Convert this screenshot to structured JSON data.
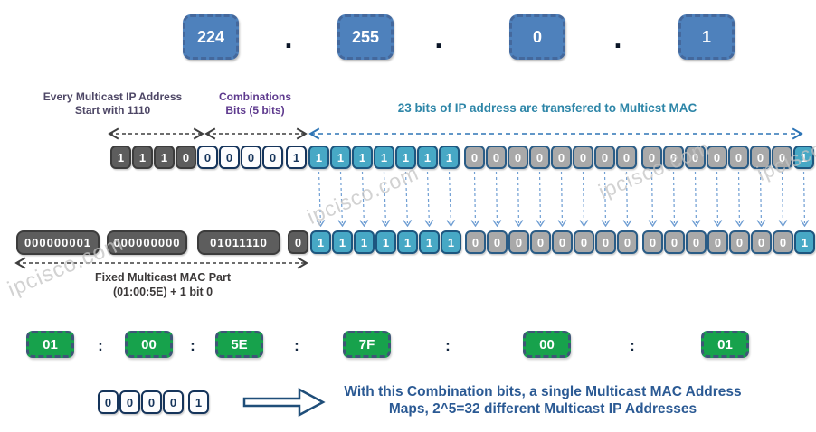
{
  "watermark_text": "ipcisco.com",
  "ip_decimal": {
    "values": [
      "224",
      "255",
      "0",
      "1"
    ],
    "dot": "."
  },
  "annotations": {
    "ip_start_line1": "Every Multicast IP Address",
    "ip_start_line2": "Start with 1110",
    "combination_line1": "Combinations",
    "combination_line2": "Bits (5 bits)",
    "transfer_label": "23 bits of IP address are transfered to Multicst MAC",
    "fixed_mac_line1": "Fixed Multicast MAC Part",
    "fixed_mac_line2": "(01:00:5E) + 1 bit 0",
    "conclusion_line1": "With this Combination bits, a single Multicast MAC Address",
    "conclusion_line2": "Maps, 2^5=32 different Multicast IP Addresses"
  },
  "mac_fixed_bytes": [
    "000000001",
    "000000000",
    "01011110"
  ],
  "mac_hex": {
    "values": [
      "01",
      "00",
      "5E",
      "7F",
      "00",
      "01"
    ],
    "sep": ":"
  },
  "bit_groups": {
    "ipg-prefix": [
      [
        "1",
        "dark"
      ],
      [
        "1",
        "dark"
      ],
      [
        "1",
        "dark"
      ],
      [
        "0",
        "dark"
      ],
      [
        "0",
        "white"
      ],
      [
        "0",
        "white"
      ],
      [
        "0",
        "white"
      ],
      [
        "0",
        "white"
      ]
    ],
    "ipg-dropped": [
      [
        "1",
        "white"
      ]
    ],
    "ipg-o2": [
      [
        "1",
        "teal"
      ],
      [
        "1",
        "teal"
      ],
      [
        "1",
        "teal"
      ],
      [
        "1",
        "teal"
      ],
      [
        "1",
        "teal"
      ],
      [
        "1",
        "teal"
      ],
      [
        "1",
        "teal"
      ]
    ],
    "ipg-o3": [
      [
        "0",
        "gray"
      ],
      [
        "0",
        "gray"
      ],
      [
        "0",
        "gray"
      ],
      [
        "0",
        "gray"
      ],
      [
        "0",
        "gray"
      ],
      [
        "0",
        "gray"
      ],
      [
        "0",
        "gray"
      ],
      [
        "0",
        "gray"
      ]
    ],
    "ipg-o4": [
      [
        "0",
        "gray"
      ],
      [
        "0",
        "gray"
      ],
      [
        "0",
        "gray"
      ],
      [
        "0",
        "gray"
      ],
      [
        "0",
        "gray"
      ],
      [
        "0",
        "gray"
      ],
      [
        "0",
        "gray"
      ],
      [
        "1",
        "teal"
      ]
    ],
    "macg-pad": [
      [
        "0",
        "dark"
      ]
    ],
    "macg-o2": [
      [
        "1",
        "teal"
      ],
      [
        "1",
        "teal"
      ],
      [
        "1",
        "teal"
      ],
      [
        "1",
        "teal"
      ],
      [
        "1",
        "teal"
      ],
      [
        "1",
        "teal"
      ],
      [
        "1",
        "teal"
      ]
    ],
    "macg-o3": [
      [
        "0",
        "gray"
      ],
      [
        "0",
        "gray"
      ],
      [
        "0",
        "gray"
      ],
      [
        "0",
        "gray"
      ],
      [
        "0",
        "gray"
      ],
      [
        "0",
        "gray"
      ],
      [
        "0",
        "gray"
      ],
      [
        "0",
        "gray"
      ]
    ],
    "macg-o4": [
      [
        "0",
        "gray"
      ],
      [
        "0",
        "gray"
      ],
      [
        "0",
        "gray"
      ],
      [
        "0",
        "gray"
      ],
      [
        "0",
        "gray"
      ],
      [
        "0",
        "gray"
      ],
      [
        "0",
        "gray"
      ],
      [
        "1",
        "teal"
      ]
    ]
  },
  "combination_bits": [
    [
      "0",
      "white"
    ],
    [
      "0",
      "white"
    ],
    [
      "0",
      "white"
    ],
    [
      "0",
      "white"
    ],
    [
      "1",
      "white"
    ]
  ],
  "colors": {
    "ip_box_blue": "#4e81bc",
    "bit_teal": "#47a8c5",
    "bit_dark_gray": "#5d5d5d",
    "bit_light_gray": "#a9a9a9",
    "bit_navy_border": "#15345b",
    "mac_hex_green": "#17a24c",
    "label_purple": "#5e3a8e",
    "label_slate": "#4e4766",
    "label_teal_blue": "#2e86a8",
    "conclusion_navy": "#2b5a94",
    "arrow_blue": "#2e75b6",
    "arrow_dark": "#3f3f3f"
  }
}
